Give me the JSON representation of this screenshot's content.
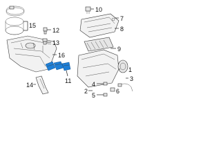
{
  "diagram": {
    "callouts": [
      {
        "id": "c15",
        "label": "15"
      },
      {
        "id": "c10",
        "label": "10"
      },
      {
        "id": "c7",
        "label": "7"
      },
      {
        "id": "c8",
        "label": "8"
      },
      {
        "id": "c12",
        "label": "12"
      },
      {
        "id": "c13",
        "label": "13"
      },
      {
        "id": "c16",
        "label": "16"
      },
      {
        "id": "c9",
        "label": "9"
      },
      {
        "id": "c1",
        "label": "1"
      },
      {
        "id": "c11",
        "label": "11"
      },
      {
        "id": "c14",
        "label": "14"
      },
      {
        "id": "c2",
        "label": "2"
      },
      {
        "id": "c6",
        "label": "6"
      },
      {
        "id": "c3",
        "label": "3"
      },
      {
        "id": "c4",
        "label": "4"
      },
      {
        "id": "c5",
        "label": "5"
      }
    ],
    "colors": {
      "accent": "#1f7fd6",
      "line": "#222222",
      "background": "#ffffff"
    }
  }
}
